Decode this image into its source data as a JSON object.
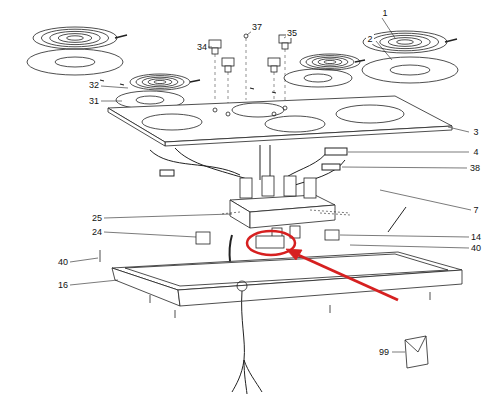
{
  "diagram": {
    "labels": [
      "37",
      "34",
      "35",
      "1",
      "2",
      "32",
      "31",
      "3",
      "4",
      "38",
      "7",
      "25",
      "24",
      "14",
      "40",
      "40",
      "16",
      "99"
    ]
  }
}
